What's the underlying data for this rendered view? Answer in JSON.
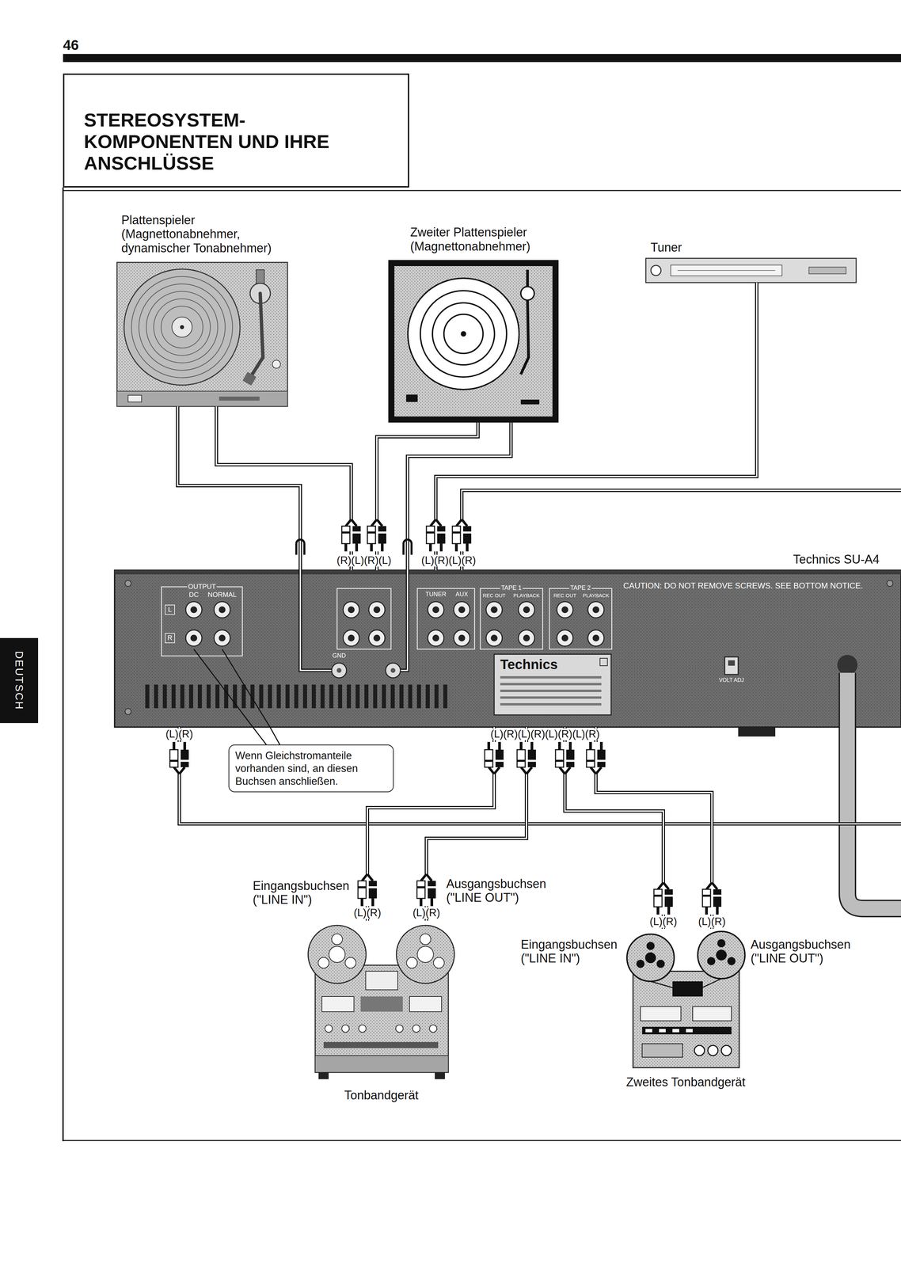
{
  "diagram": {
    "title": "STEREOSYSTEM-KOMPONENTEN UND IHRE ANSCHLÜSSE",
    "nodes": [
      {
        "text": [
          "Plattenspieler (Magnettonabnehmer, dynamischer Tonabnehmer)"
        ]
      },
      {
        "text": [
          "Zweiter Plattenspieler (Magnettonabnehmer)"
        ]
      },
      {
        "text": [
          "Tuner"
        ]
      },
      {
        "text": [
          "Technics SU-A4"
        ]
      },
      {
        "text": [
          "Wenn Gleichstromanteile vorhanden sind, an diesen Buchsen anschließen."
        ]
      },
      {
        "text": [
          "Tonbandgerät"
        ]
      },
      {
        "text": [
          "Zweites Tonbandgerät"
        ]
      }
    ],
    "edges": [
      {
        "from": 0,
        "to": 3,
        "arrow": "none"
      },
      {
        "from": 0,
        "to": 3,
        "arrow": "none"
      },
      {
        "from": 1,
        "to": 3,
        "arrow": "none"
      },
      {
        "from": 1,
        "to": 3,
        "arrow": "none"
      },
      {
        "from": 2,
        "to": 3,
        "arrow": "none"
      },
      {
        "from": 4,
        "to": 3,
        "arrow": "none"
      },
      {
        "from": 4,
        "to": 3,
        "arrow": "none"
      },
      {
        "from": 3,
        "to": 5,
        "arrow": "none"
      },
      {
        "from": 3,
        "to": 5,
        "arrow": "none"
      },
      {
        "from": 3,
        "to": 6,
        "arrow": "none"
      },
      {
        "from": 3,
        "to": 6,
        "arrow": "none"
      }
    ],
    "labels": [
      "46",
      "DEUTSCH",
      "(R)(L)(R)(L)",
      "(L)(R)(L)(R)",
      "OUTPUT",
      "DC",
      "NORMAL",
      "L",
      "R",
      "TUNER",
      "AUX",
      "TAPE 1",
      "REC OUT",
      "PLAYBACK",
      "TAPE 2",
      "REC OUT",
      "PLAYBACK",
      "GND",
      "CAUTION: DO NOT REMOVE SCREWS. SEE BOTTOM NOTICE.",
      "Technics",
      "VOLT ADJ",
      "(L)(R)",
      "(L)(R)(L)(R)(L)(R)(L)(R)",
      "Eingangsbuchsen (\"LINE IN\")",
      "Ausgangsbuchsen (\"LINE OUT\")",
      "(L)(R)",
      "(L)(R)",
      "Eingangsbuchsen (\"LINE IN\")",
      "Ausgangsbuchsen (\"LINE OUT\")",
      "(L)(R)",
      "(L)(R)"
    ]
  }
}
